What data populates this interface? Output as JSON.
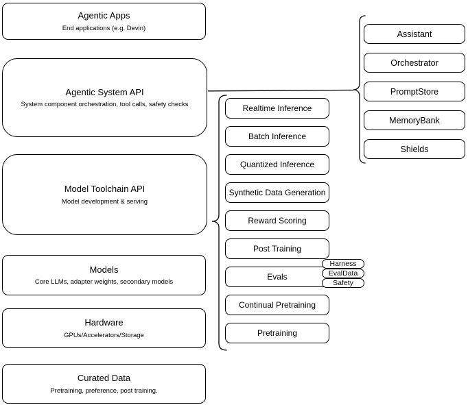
{
  "diagram": {
    "colors": {
      "stroke": "#000000",
      "fill": "#ffffff",
      "background": "#ffffff"
    },
    "left_column": [
      {
        "title": "Agentic Apps",
        "subtitle": "End applications (e.g. Devin)"
      },
      {
        "title": "Agentic System API",
        "subtitle": "System component orchestration, tool calls, safety checks"
      },
      {
        "title": "Model Toolchain API",
        "subtitle": "Model development & serving"
      },
      {
        "title": "Models",
        "subtitle": "Core LLMs, adapter weights, secondary models"
      },
      {
        "title": "Hardware",
        "subtitle": "GPUs/Accelerators/Storage"
      },
      {
        "title": "Curated Data",
        "subtitle": "Pretraining, preference, post training."
      }
    ],
    "toolchain": {
      "items": [
        "Realtime Inference",
        "Batch Inference",
        "Quantized Inference",
        "Synthetic Data Generation",
        "Reward Scoring",
        "Post Training",
        "Evals",
        "Continual Pretraining",
        "Pretraining"
      ]
    },
    "eval_tags": [
      "Harness",
      "EvalData",
      "Safety"
    ],
    "system_components": [
      "Assistant",
      "Orchestrator",
      "PromptStore",
      "MemoryBank",
      "Shields"
    ]
  }
}
